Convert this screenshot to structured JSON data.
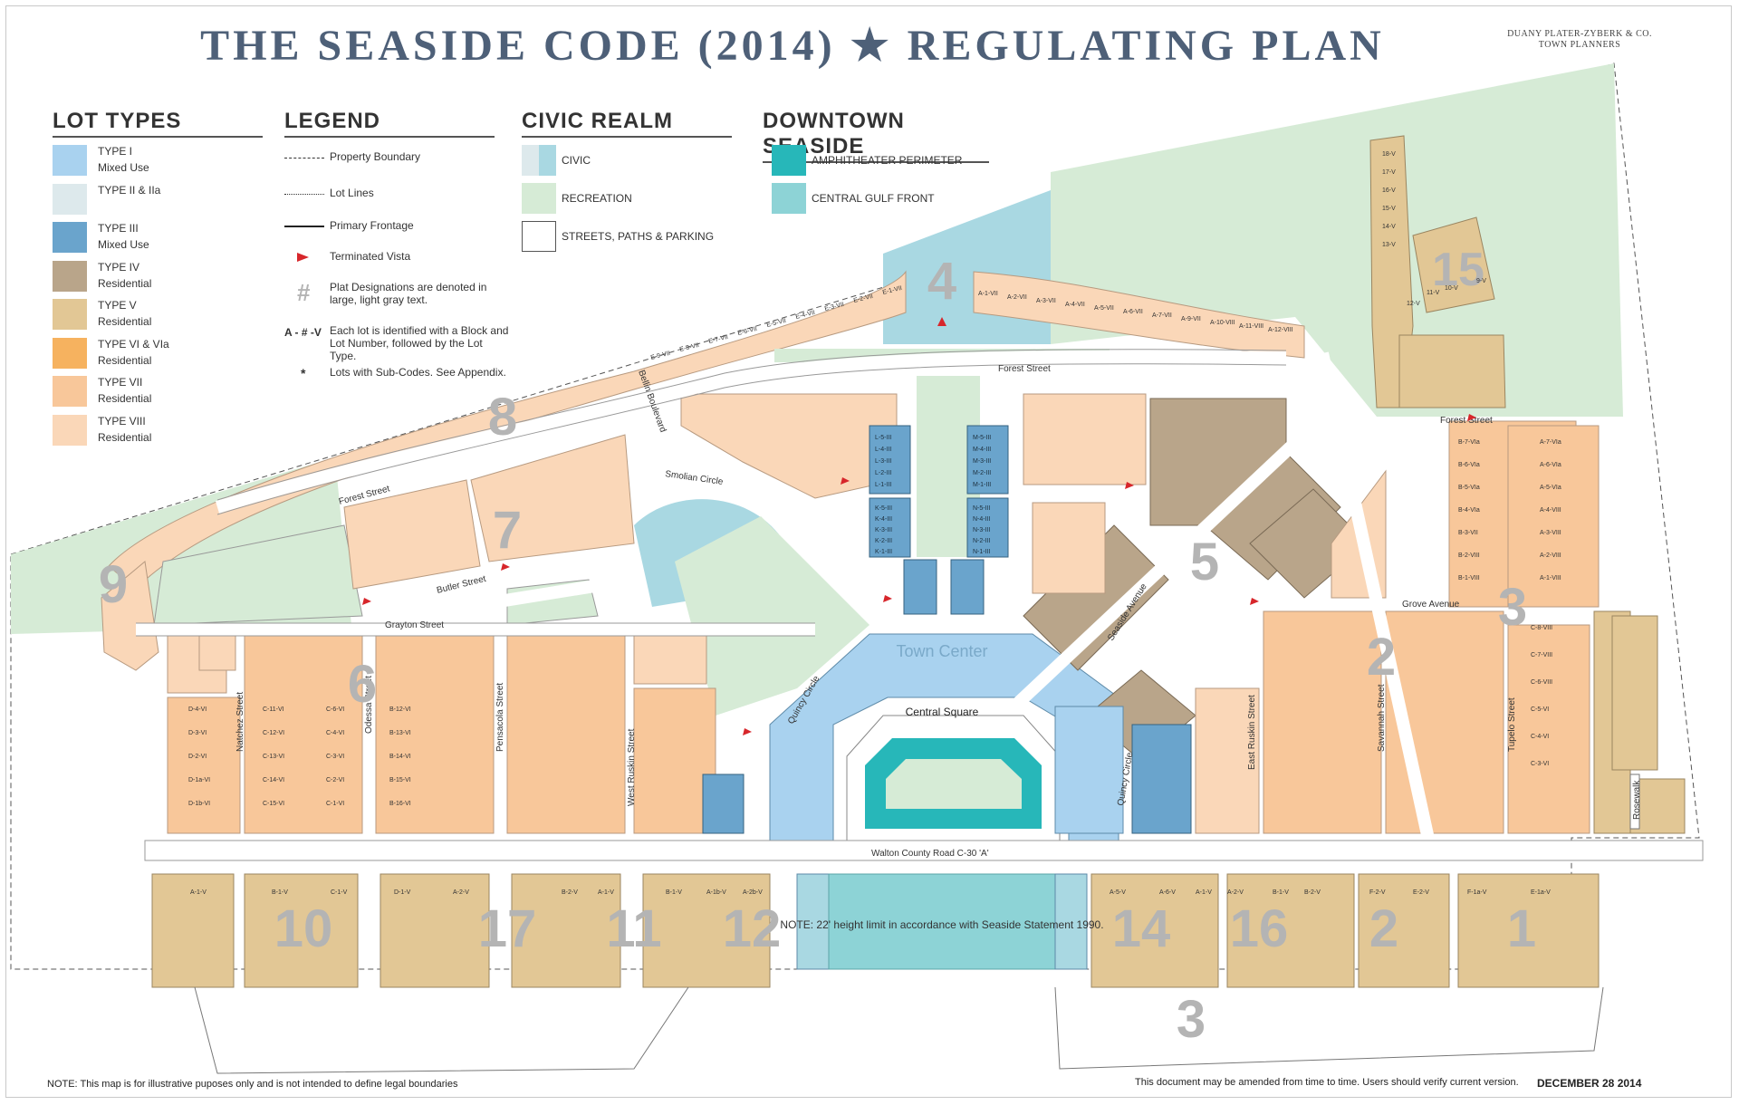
{
  "title": "THE SEASIDE CODE (2014) ★ REGULATING PLAN",
  "firm": {
    "line1": "DUANY PLATER-ZYBERK & CO.",
    "line2": "TOWN PLANNERS"
  },
  "lot_types": {
    "heading": "LOT TYPES",
    "items": [
      {
        "name": "TYPE I",
        "sub": "Mixed Use",
        "color": "#a9d2ef"
      },
      {
        "name": "TYPE II & IIa",
        "sub": "",
        "color": "#dde9ec"
      },
      {
        "name": "TYPE III",
        "sub": "Mixed Use",
        "color": "#6aa4cc"
      },
      {
        "name": "TYPE IV",
        "sub": "Residential",
        "color": "#b9a58a"
      },
      {
        "name": "TYPE V",
        "sub": "Residential",
        "color": "#e2c795"
      },
      {
        "name": "TYPE VI & VIa",
        "sub": "Residential",
        "color": "#f6b25f"
      },
      {
        "name": "TYPE VII",
        "sub": "Residential",
        "color": "#f8c79a"
      },
      {
        "name": "TYPE VIII",
        "sub": "Residential",
        "color": "#fad7b8"
      }
    ]
  },
  "legend": {
    "heading": "LEGEND",
    "property_boundary": "Property Boundary",
    "lot_lines": "Lot Lines",
    "primary_frontage": "Primary Frontage",
    "terminated_vista": "Terminated Vista",
    "plat_symbol": "#",
    "plat_text": "Plat Designations are denoted in large, light gray text.",
    "lot_id_symbol": "A - # -V",
    "lot_id_text": "Each lot is identified with a Block and Lot Number, followed by the Lot Type.",
    "subcode_symbol": "*",
    "subcode_text": "Lots with Sub-Codes. See Appendix."
  },
  "civic_realm": {
    "heading": "CIVIC REALM",
    "civic": "CIVIC",
    "recreation": "RECREATION",
    "streets": "STREETS, PATHS & PARKING",
    "civic_color_a": "#dde9ec",
    "civic_color_b": "#a9d8e2",
    "recreation_color": "#d6ebd6"
  },
  "downtown": {
    "heading": "DOWNTOWN SEASIDE",
    "amphitheater": "AMPHITHEATER PERIMETER",
    "central_gulf": "CENTRAL GULF FRONT",
    "amphitheater_color": "#27b7b9",
    "central_gulf_color": "#8dd3d6"
  },
  "map": {
    "streets": {
      "forest_west": "Forest Street",
      "forest_east": "Forest Street",
      "forest_top": "Forest Street",
      "smolian": "Smolian Circle",
      "butler": "Butler Street",
      "grayton": "Grayton Street",
      "natchez": "Natchez Street",
      "odessa": "Odessa Street",
      "pensacola": "Pensacola Street",
      "west_ruskin": "West Ruskin Street",
      "quincy_w": "Quincy Circle",
      "quincy_e": "Quincy Circle",
      "seaside_ave": "Seaside Avenue",
      "east_ruskin": "East Ruskin Street",
      "savannah": "Savannah Street",
      "tupelo": "Tupelo Street",
      "grove": "Grove Avenue",
      "rosewalk": "Rosewalk",
      "bellin": "Bellin Boulevard",
      "central_square": "Central Square",
      "town_center": "Town Center",
      "walton": "Walton County Road C-30 'A'"
    },
    "plats": [
      "4",
      "15",
      "5",
      "9",
      "7",
      "8",
      "6",
      "3",
      "2",
      "10",
      "17",
      "11",
      "12",
      "14",
      "16",
      "2",
      "1",
      "3"
    ],
    "note": "NOTE: 22' height limit in accordance with Seaside Statement 1990.",
    "lot_labels_center": [
      "L-5-III",
      "L-4-III",
      "L-3-III",
      "L-2-III",
      "L-1-III",
      "K-5-III",
      "K-4-III",
      "K-3-III",
      "K-2-III",
      "K-1-III",
      "M-5-III",
      "M-4-III",
      "M-3-III",
      "M-2-III",
      "M-1-III",
      "N-5-III",
      "N-4-III",
      "N-3-III",
      "N-2-III",
      "N-1-III"
    ],
    "lot_labels_north": [
      "E-1-VII",
      "E-2-VII",
      "E-3-VII",
      "E-4-VII",
      "E-5-VII",
      "E-6-VII",
      "E-7-VII",
      "E-8-VII",
      "E-9-VII",
      "A-1-VII",
      "A-2-VII",
      "A-3-VII",
      "A-4-VII",
      "A-5-VII",
      "A-6-VII",
      "A-7-VII",
      "A-9-VII",
      "A-10-VIII",
      "A-11-VIII",
      "A-12-VIII"
    ],
    "lot_labels_south_row": [
      "D-4-VI",
      "D-3-VI",
      "D-2-VI",
      "D-1a-VI",
      "D-1b-VI",
      "C-11-VI",
      "C-12-VI",
      "C-13-VI",
      "C-14-VI",
      "C-15-VI",
      "C-6-VI",
      "C-4-VI",
      "C-3-VI",
      "C-2-VI",
      "C-1-VI",
      "B-12-VI",
      "B-13-VI",
      "B-14-VI",
      "B-15-VI",
      "B-16-VI"
    ],
    "lot_labels_beach": [
      "A-1-V",
      "B-1-V",
      "C-1-V",
      "D-1-V",
      "A-2-V",
      "B-2-V",
      "A-1-V",
      "B-1-V",
      "A-1b-V",
      "A-2b-V",
      "A-5-V",
      "A-6-V",
      "A-1-V",
      "A-2-V",
      "B-1-V",
      "B-2-V",
      "F-2-V",
      "E-2-V",
      "F-1a-V",
      "E-1a-V"
    ],
    "lot_labels_east": [
      "A-7-VIa",
      "A-6-VIa",
      "A-5-VIa",
      "A-4-VIII",
      "A-3-VIII",
      "A-2-VIII",
      "A-1-VIII",
      "B-7-VIa",
      "B-6-VIa",
      "B-5-VIa",
      "B-4-VIa",
      "B-3-VII",
      "B-2-VIII",
      "B-1-VIII",
      "C-8-VIII",
      "C-7-VIII",
      "C-6-VIII",
      "C-5-VI",
      "C-4-VI",
      "C-3-VI"
    ],
    "lot_labels_ne": [
      "18-V",
      "17-V",
      "16-V",
      "15-V",
      "14-V",
      "13-V",
      "12-V",
      "11-V",
      "10-V",
      "9-V"
    ]
  },
  "footer": {
    "note": "NOTE: This map is for illustrative puposes only and is not intended to define legal boundaries",
    "amend": "This document may be amended from time to time. Users should verify current version.",
    "date": "DECEMBER 28 2014"
  }
}
